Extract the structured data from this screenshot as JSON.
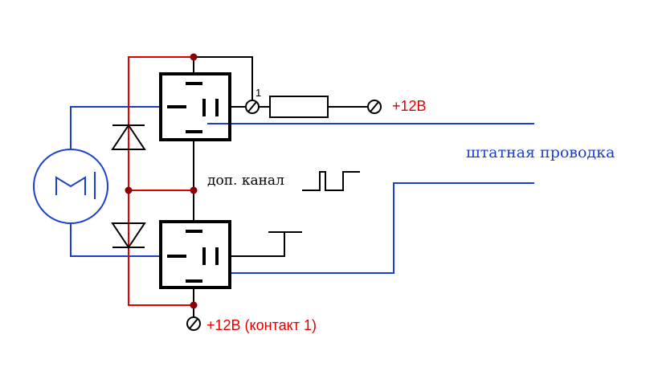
{
  "colors": {
    "wire_black": "#000000",
    "wire_red": "#e00000",
    "wire_blue": "#1a3fd0",
    "label_red": "#e00000",
    "label_blue": "#1a3fd0",
    "junction": "#8b0000"
  },
  "labels": {
    "supply_top": "+12В",
    "supply_bottom": "+12В (контакт 1)",
    "factory_wiring": "штатная проводка",
    "extra_channel": "доп. канал",
    "pin_number": "1"
  },
  "components": {
    "motor": "motor-symbol",
    "relays": [
      "relay-top",
      "relay-bottom"
    ],
    "diodes": [
      "diode-top",
      "diode-bottom"
    ],
    "fuse": "fuse-symbol",
    "terminals": [
      "terminal-relay-top",
      "terminal-supply-top",
      "terminal-supply-bottom"
    ]
  }
}
